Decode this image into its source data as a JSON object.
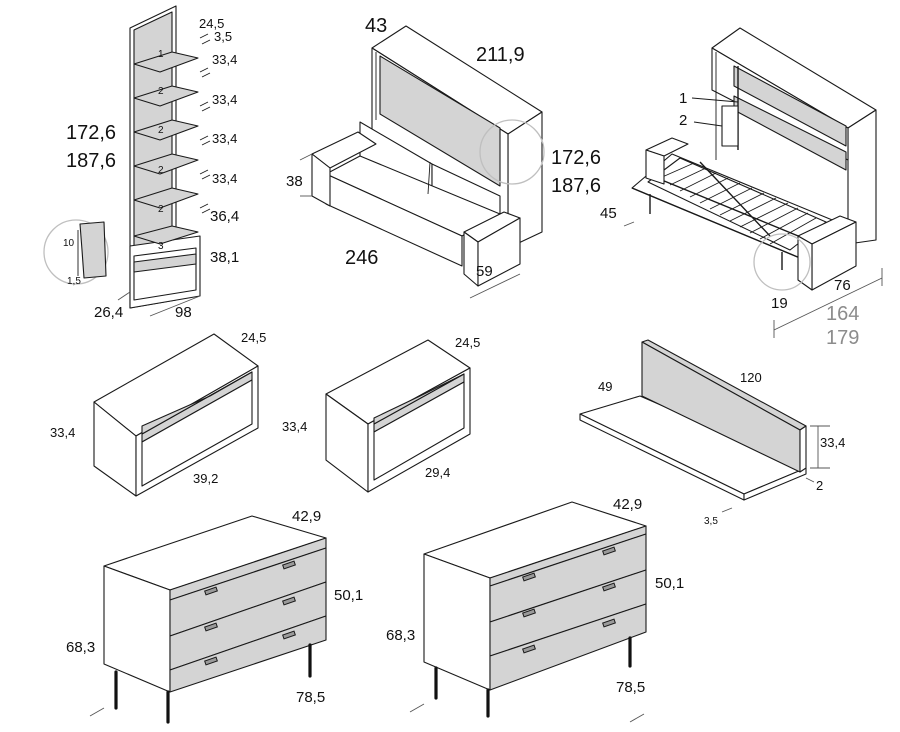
{
  "bookcase": {
    "heights": [
      "172,6",
      "187,6"
    ],
    "depth": "26,4",
    "width": "98",
    "shelf_gaps": [
      "24,5",
      "3,5",
      "33,4",
      "33,4",
      "33,4",
      "33,4",
      "36,4",
      "38,1"
    ],
    "shelf_numbers": [
      "1",
      "2",
      "2",
      "2",
      "2",
      "3"
    ],
    "detail_dims": [
      "10",
      "1,5"
    ]
  },
  "sofa_bed_closed": {
    "depth_top": "43",
    "width_top": "211,9",
    "heights": [
      "172,6",
      "187,6"
    ],
    "seat_height": "38",
    "width": "246",
    "arm_depth": "59"
  },
  "sofa_bed_open": {
    "callouts": [
      "1",
      "2"
    ],
    "bed_height": "45",
    "leg": "19",
    "seat_depth": "76",
    "lengths": [
      "164",
      "179"
    ]
  },
  "shelf_box_large": {
    "depth": "24,5",
    "height": "33,4",
    "width": "39,2"
  },
  "shelf_box_small": {
    "depth": "24,5",
    "height": "33,4",
    "width": "29,4"
  },
  "desk_shelf": {
    "depth": "49",
    "width": "120",
    "height": "33,4",
    "thickness": "2",
    "panel": "3,5"
  },
  "dresser_left": {
    "depth": "42,9",
    "drawer_height": "50,1",
    "height": "68,3",
    "width": "78,5"
  },
  "dresser_right": {
    "depth": "42,9",
    "drawer_height": "50,1",
    "height": "68,3",
    "width": "78,5"
  }
}
